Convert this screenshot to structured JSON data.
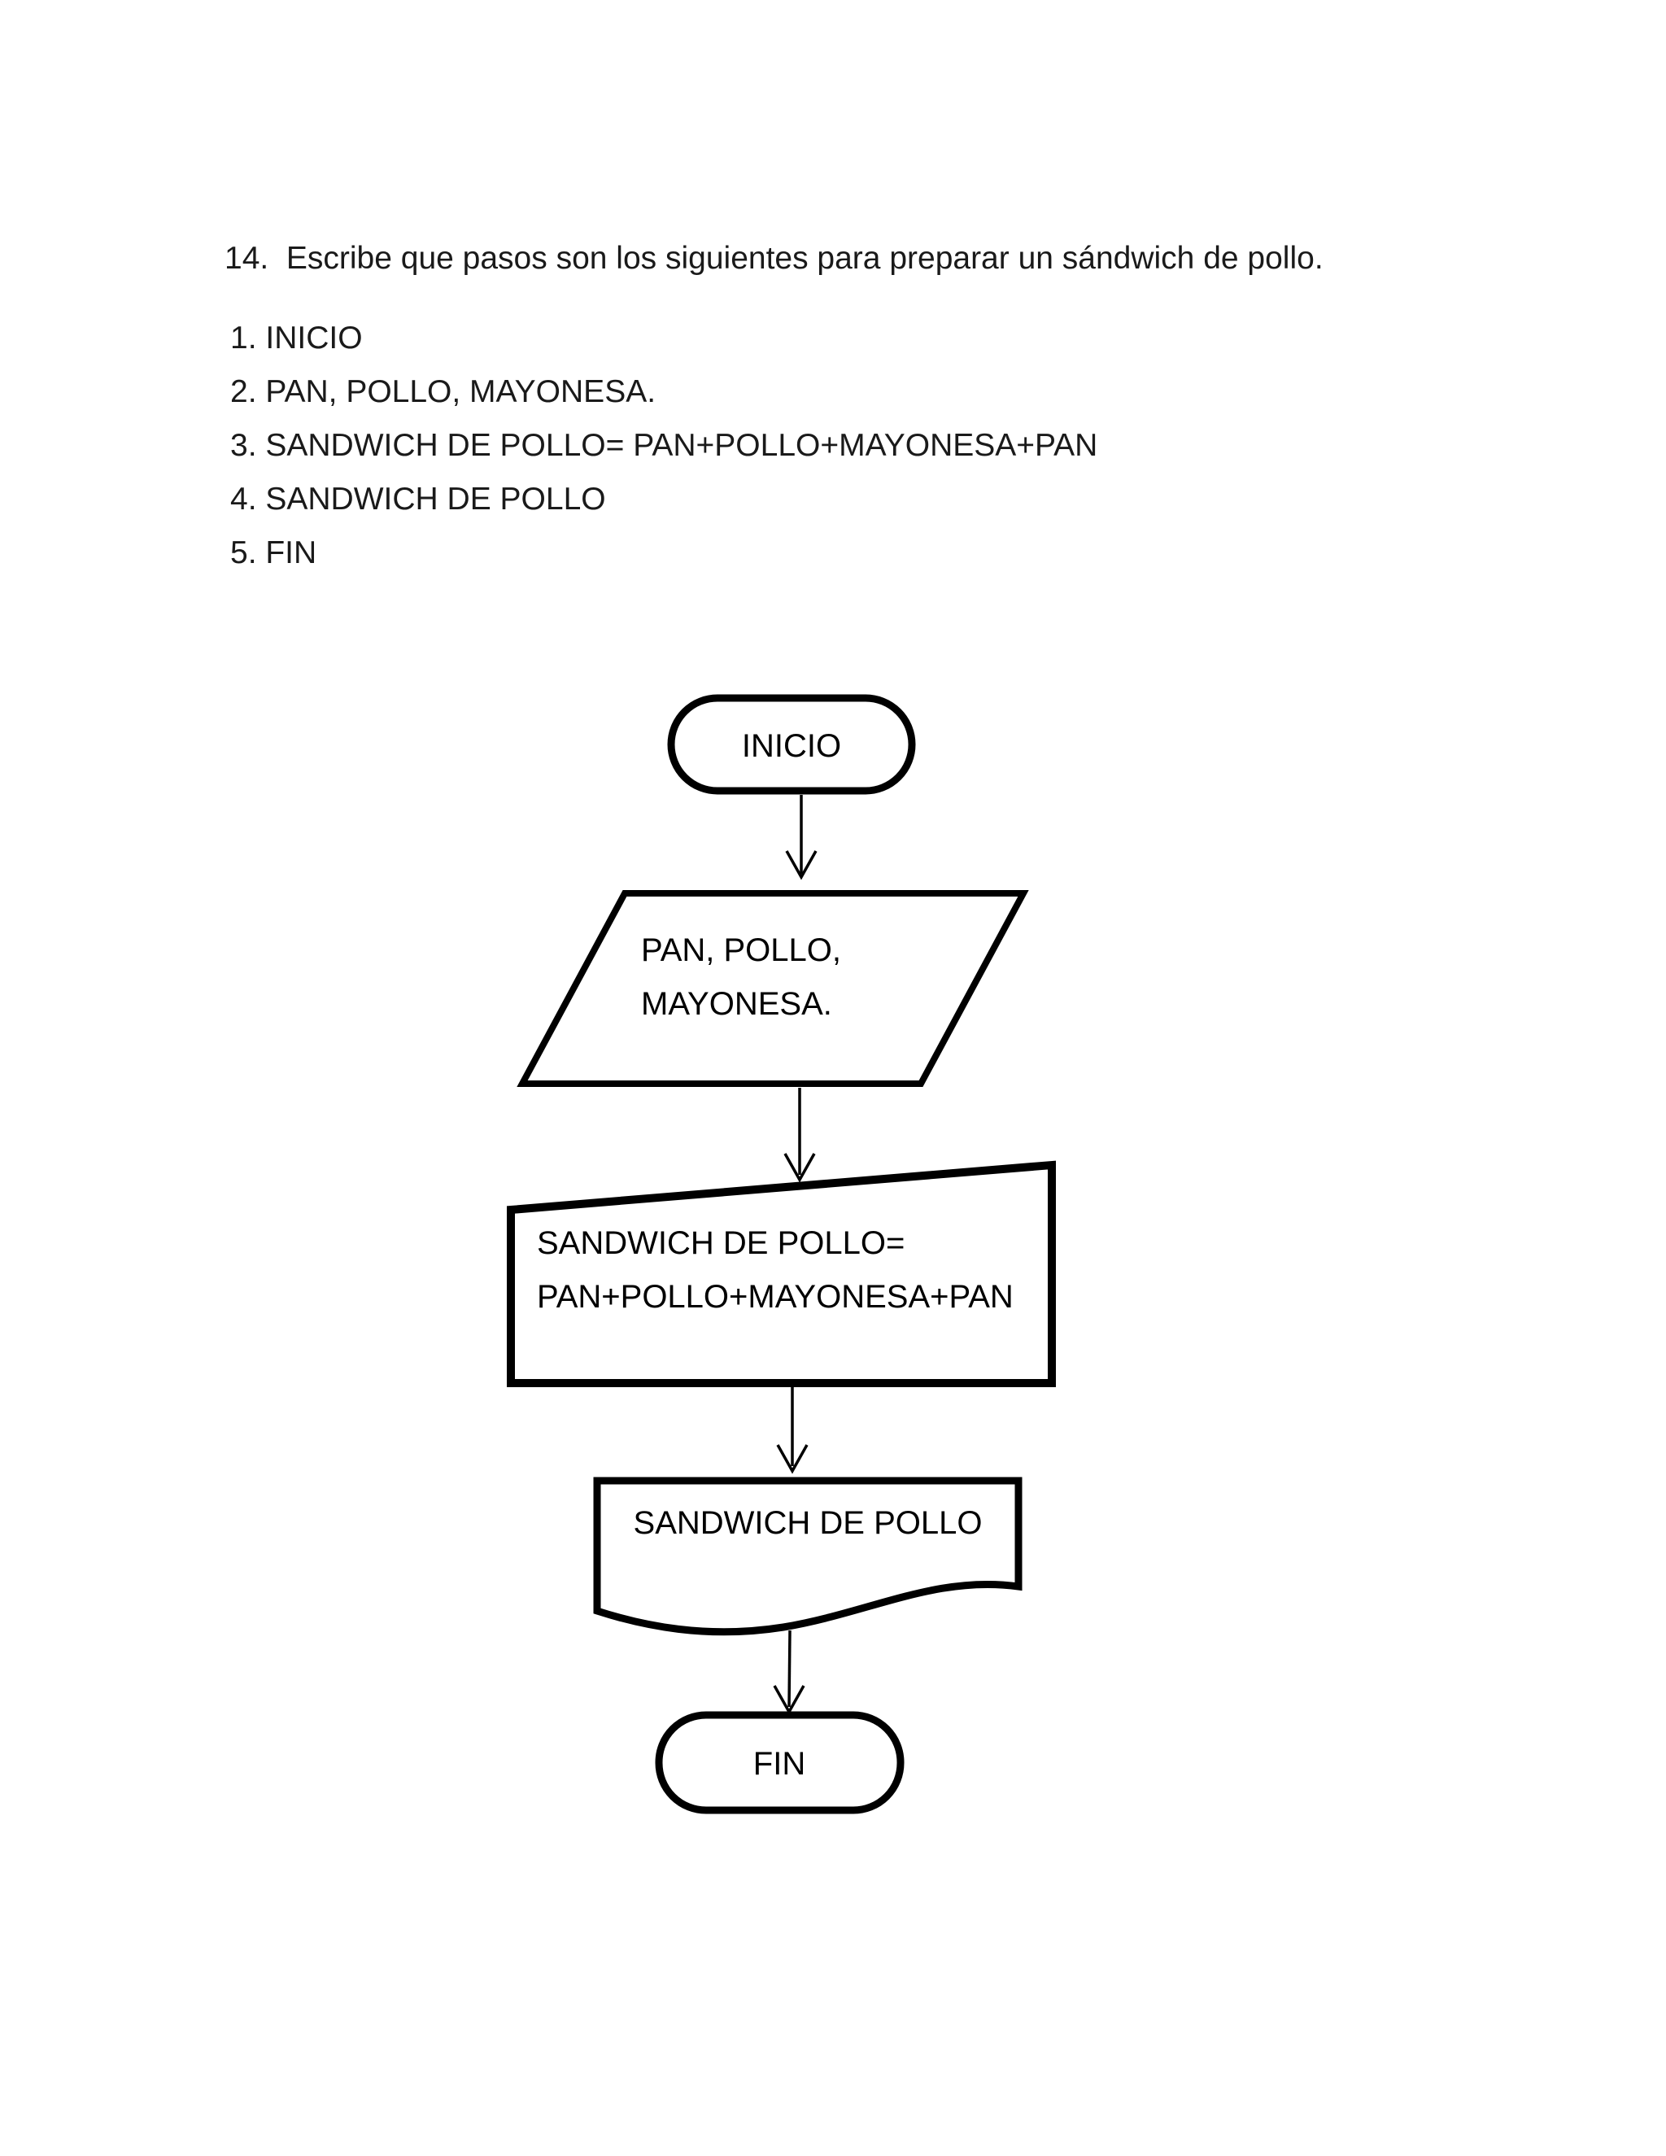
{
  "document": {
    "question": "14.  Escribe que pasos son los siguientes para preparar un sándwich de pollo.",
    "steps": [
      "1. INICIO",
      "2. PAN, POLLO, MAYONESA.",
      "3. SANDWICH DE POLLO= PAN+POLLO+MAYONESA+PAN",
      "4. SANDWICH DE POLLO",
      "5. FIN"
    ]
  },
  "flowchart": {
    "ink_color": "#000000",
    "background": "#ffffff",
    "start": {
      "shape": "terminator",
      "label": "INICIO"
    },
    "input": {
      "shape": "parallelogram",
      "line1": "PAN, POLLO,",
      "line2": "MAYONESA."
    },
    "process": {
      "shape": "slant-top-rectangle",
      "line1": "SANDWICH DE POLLO=",
      "line2": "PAN+POLLO+MAYONESA+PAN"
    },
    "output": {
      "shape": "document",
      "label": "SANDWICH DE POLLO"
    },
    "end": {
      "shape": "terminator",
      "label": "FIN"
    }
  }
}
